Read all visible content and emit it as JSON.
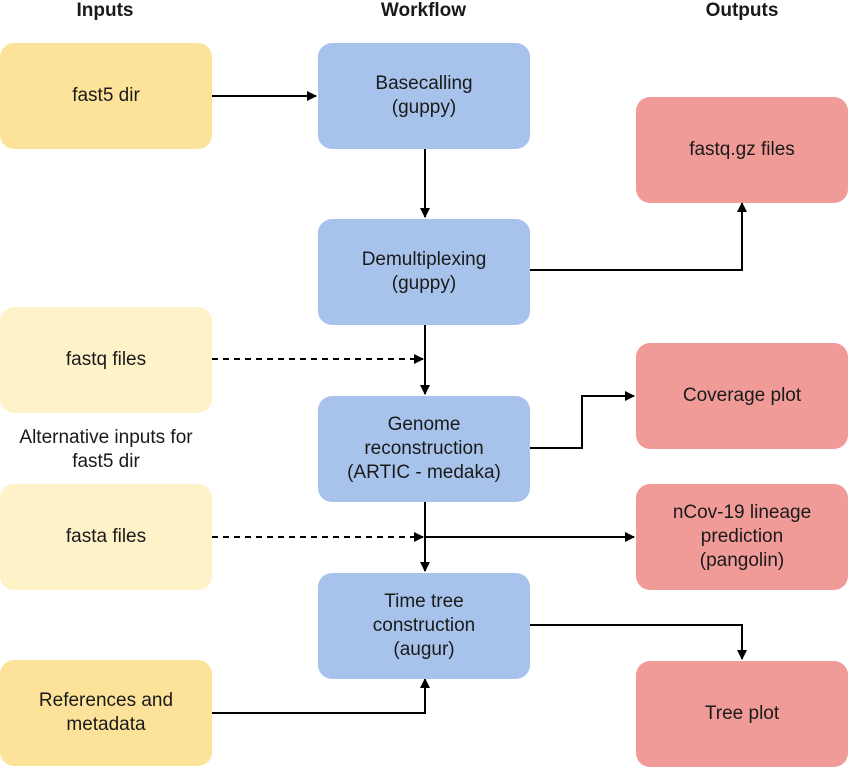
{
  "headers": {
    "inputs": "Inputs",
    "workflow": "Workflow",
    "outputs": "Outputs"
  },
  "inputs": {
    "fast5": "fast5 dir",
    "fastq": "fastq files",
    "alt_note_line1": "Alternative inputs for",
    "alt_note_line2": "fast5 dir",
    "fasta": "fasta files",
    "refs_line1": "References and",
    "refs_line2": "metadata"
  },
  "workflow": {
    "basecalling_line1": "Basecalling",
    "basecalling_line2": "(guppy)",
    "demux_line1": "Demultiplexing",
    "demux_line2": "(guppy)",
    "genome_line1": "Genome",
    "genome_line2": "reconstruction",
    "genome_line3": "(ARTIC - medaka)",
    "timetree_line1": "Time tree",
    "timetree_line2": "construction",
    "timetree_line3": "(augur)"
  },
  "outputs": {
    "fastq_gz": "fastq.gz files",
    "coverage": "Coverage plot",
    "lineage_line1": "nCov-19 lineage",
    "lineage_line2": "prediction",
    "lineage_line3": "(pangolin)",
    "tree_plot": "Tree plot"
  },
  "colors": {
    "input_primary": "#fde39a",
    "input_alternative": "#fef2c8",
    "workflow": "#a8c3eb",
    "output": "#f09b98"
  }
}
